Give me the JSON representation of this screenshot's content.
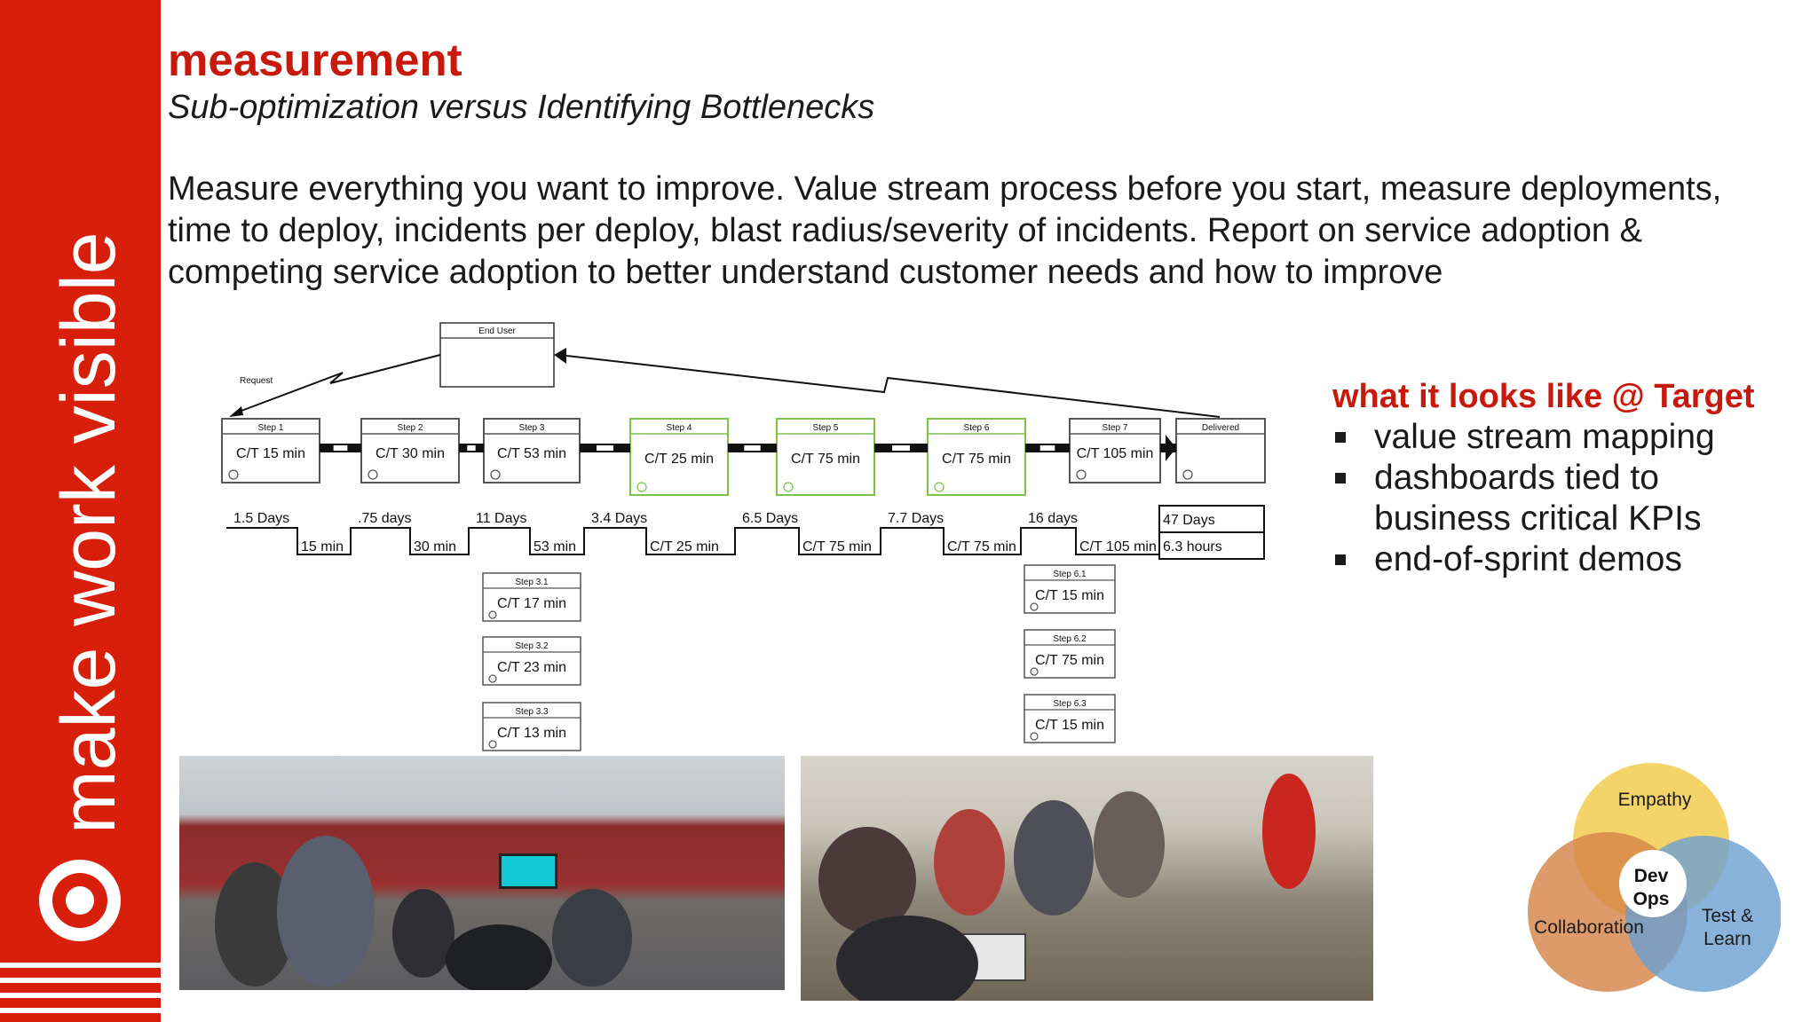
{
  "sidebar": {
    "text": "make work visible",
    "brand_color": "#d81f0b"
  },
  "header": {
    "title": "measurement",
    "subtitle": "Sub-optimization versus Identifying Bottlenecks"
  },
  "body_text": "Measure everything you want to improve.  Value stream process before you start, measure deployments, time to deploy, incidents per deploy, blast radius/severity of incidents.  Report on service adoption & competing service adoption to better understand customer needs and how to improve",
  "vsm": {
    "end_user": "End User",
    "request": "Request",
    "steps": [
      {
        "title": "Step 1",
        "ct": "C/T 15 min"
      },
      {
        "title": "Step 2",
        "ct": "C/T 30 min"
      },
      {
        "title": "Step 3",
        "ct": "C/T 53 min"
      },
      {
        "title": "Step 4",
        "ct": "C/T 25 min"
      },
      {
        "title": "Step 5",
        "ct": "C/T 75 min"
      },
      {
        "title": "Step 6",
        "ct": "C/T 75 min"
      },
      {
        "title": "Step 7",
        "ct": "C/T 105 min"
      },
      {
        "title": "Delivered",
        "ct": ""
      }
    ],
    "wait_labels": [
      "1.5 Days",
      ".75 days",
      "11 Days",
      "3.4 Days",
      "6.5 Days",
      "7.7 Days",
      "16 days"
    ],
    "process_labels": [
      "15 min",
      "30 min",
      "53 min",
      "C/T 25 min",
      "C/T 75 min",
      "C/T 75 min",
      "C/T 105 min"
    ],
    "total_lead": "47 Days",
    "total_process": "6.3 hours",
    "sub_steps_a": [
      {
        "title": "Step 3.1",
        "ct": "C/T 17 min"
      },
      {
        "title": "Step 3.2",
        "ct": "C/T 23 min"
      },
      {
        "title": "Step 3.3",
        "ct": "C/T 13 min"
      }
    ],
    "sub_steps_b": [
      {
        "title": "Step 6.1",
        "ct": "C/T 15 min"
      },
      {
        "title": "Step 6.2",
        "ct": "C/T 75 min"
      },
      {
        "title": "Step 6.3",
        "ct": "C/T 15 min"
      }
    ]
  },
  "target": {
    "heading": "what it looks like @ Target",
    "bullets": [
      "value stream mapping",
      "dashboards tied to business critical KPIs",
      "end-of-sprint demos"
    ]
  },
  "venn": {
    "top": "Empathy",
    "left": "Collaboration",
    "right": "Test & Learn",
    "center_1": "Dev",
    "center_2": "Ops"
  }
}
